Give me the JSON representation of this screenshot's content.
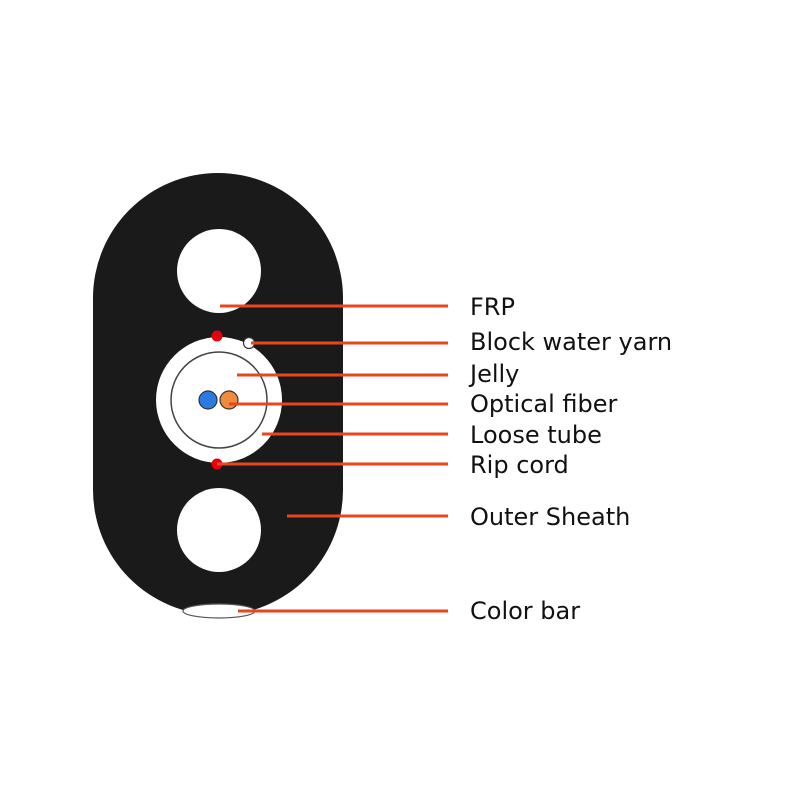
{
  "diagram": {
    "labels": {
      "frp": "FRP",
      "block_water_yarn": "Block water yarn",
      "jelly": "Jelly",
      "optical_fiber": "Optical fiber",
      "loose_tube": "Loose tube",
      "rip_cord": "Rip cord",
      "outer_sheath": "Outer Sheath",
      "color_bar": "Color bar"
    },
    "colors": {
      "sheath": "#1a1a1a",
      "leader_line": "#e8461c",
      "rip_cord": "#e8000e",
      "fiber_blue": "#2a7ae2",
      "fiber_orange": "#f08a3c",
      "tube_outline": "#444444"
    }
  }
}
